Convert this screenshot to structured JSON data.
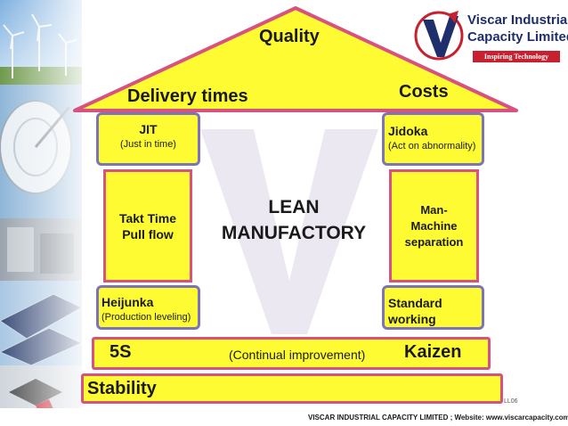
{
  "roof": {
    "title": "Quality",
    "left_label": "Delivery times",
    "right_label": "Costs"
  },
  "logo": {
    "name_line1": "Viscar Industrial",
    "name_line2": "Capacity Limited",
    "tagline": "Inspiring Technology"
  },
  "pillar_left": {
    "top_title": "JIT",
    "top_sub": "(Just in time)",
    "mid_line1": "Takt Time",
    "mid_line2": "Pull flow",
    "bottom_title": "Heijunka",
    "bottom_sub": "(Production leveling)"
  },
  "pillar_right": {
    "top_title": "Jidoka",
    "top_sub": "(Act on abnormality)",
    "mid_line1": "Man-",
    "mid_line2": "Machine",
    "mid_line3": "separation",
    "bottom_line1": "Standard",
    "bottom_line2": "working"
  },
  "center": {
    "line1": "LEAN",
    "line2": "MANUFACTORY"
  },
  "base": {
    "left_label": "5S",
    "middle_label": "(Continual improvement)",
    "right_label": "Kaizen"
  },
  "foundation": {
    "label": "Stability",
    "code": "LL06"
  },
  "footer": {
    "text": "VISCAR INDUSTRIAL CAPACITY LIMITED  ;  Website: www.viscarcapacity.com"
  },
  "colors": {
    "yellow": "#fffb33",
    "purple_border": "#7b74b8",
    "pink_border": "#d7527f",
    "logo_red": "#c8202f",
    "logo_navy": "#1f2f6b"
  }
}
